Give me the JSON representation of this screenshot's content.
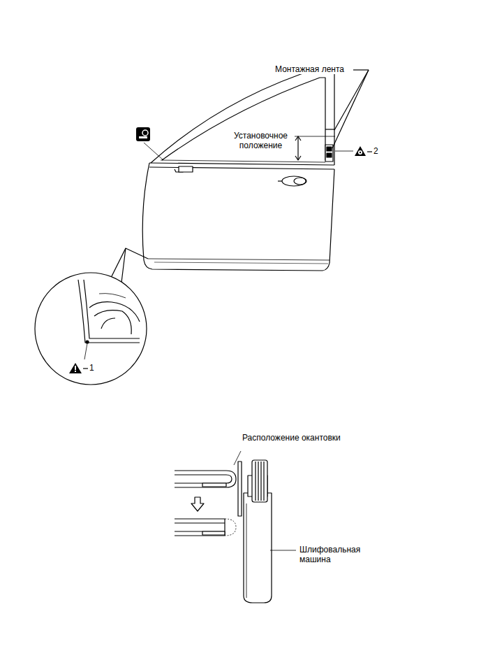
{
  "diagram": {
    "labels": [
      "Монтажная лента",
      "Установочное положение",
      "2",
      "1",
      "Расположение окантовки",
      "Шлифовальная машина"
    ]
  }
}
